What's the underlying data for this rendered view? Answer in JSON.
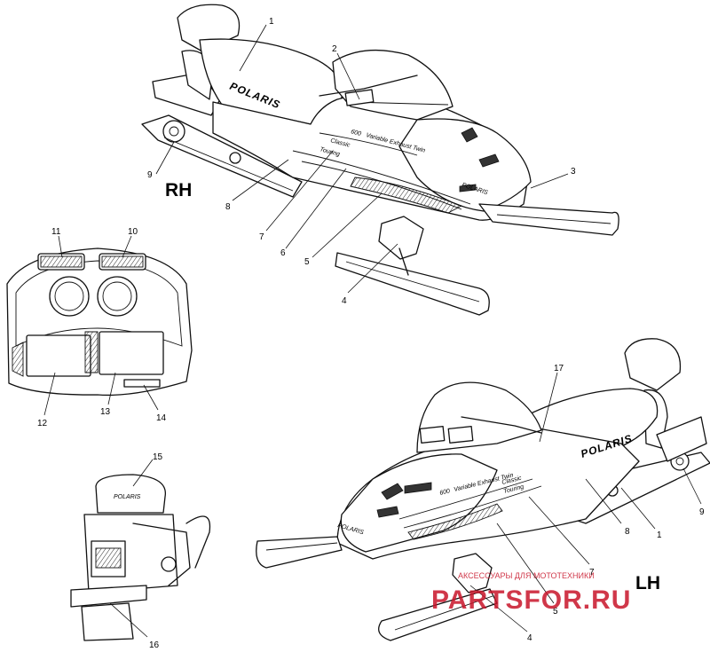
{
  "figure": {
    "view_labels": {
      "rh": "RH",
      "lh": "LH"
    },
    "brand_text": "POLARIS",
    "hood_decals": {
      "model": "600",
      "engine": "Variable Exhaust Twin",
      "edition_line1": "Classic",
      "edition_line2": "Touring"
    },
    "callouts": {
      "rh": [
        "1",
        "2",
        "3",
        "4",
        "5",
        "6",
        "7",
        "8",
        "9"
      ],
      "console": [
        "11",
        "10",
        "12",
        "13",
        "14"
      ],
      "rear": [
        "15",
        "16"
      ],
      "lh": [
        "17",
        "9",
        "8",
        "1",
        "7",
        "5",
        "4"
      ]
    },
    "watermark": {
      "domain": "PARTSFOR.RU",
      "tagline": "АКСЕССУАРЫ ДЛЯ МОТОТЕХНИКИ"
    }
  }
}
